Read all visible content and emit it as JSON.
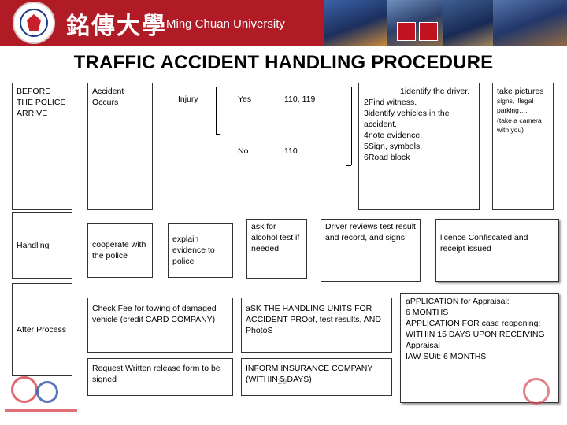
{
  "header": {
    "chinese_name": "銘傳大學",
    "english_name": "Ming Chuan University",
    "logo_icon": "university-seal-icon",
    "colors": {
      "banner": "#b11b25",
      "title": "#000000"
    }
  },
  "title": "TRAFFIC ACCIDENT HANDLING PROCEDURE",
  "rows": {
    "before_police": {
      "label": "BEFORE THE POLICE ARRIVE",
      "accident_occurs": "Accident Occurs",
      "injury": "Injury",
      "yes": "Yes",
      "no": "No",
      "call_yes": "110, 119",
      "call_no": "110",
      "steps": [
        "1identify the driver.",
        "2Find witness.",
        "3identify vehicles in the",
        "accident.",
        "4note evidence.",
        "5Sign, symbols.",
        "6Road block"
      ],
      "pictures": {
        "heading": "take pictures",
        "detail_1": "signs, illegal parking….",
        "detail_2": "(take a camera with you)"
      }
    },
    "handling": {
      "label": "Handling",
      "cooperate": "cooperate with the police",
      "explain": "explain evidence to police",
      "alcohol": "ask for alcohol test if needed",
      "driver_reviews": "Driver reviews test result and record, and signs",
      "licence": "licence Confiscated and receipt issued"
    },
    "after": {
      "label": "After Process",
      "check_fee": "Check Fee for towing of damaged vehicle (credit CARD COMPANY)",
      "ask_units": "aSK THE HANDLING UNITS FOR ACCIDENT PROof, test results, AND PhotoS",
      "request_release": "Request Written release form to be signed",
      "inform_insurance": "INFORM INSURANCE COMPANY (WITHIN 5 DAYS)",
      "appraisal_lines": [
        "aPPLICATION for Appraisal:",
        "6 MONTHS",
        "APPLICATION FOR case reopening:",
        "WITHIN 15 DAYS UPON RECEIVING",
        "Appraisal",
        "IAW SUit: 6 MONTHS"
      ]
    }
  },
  "page_number": "19"
}
